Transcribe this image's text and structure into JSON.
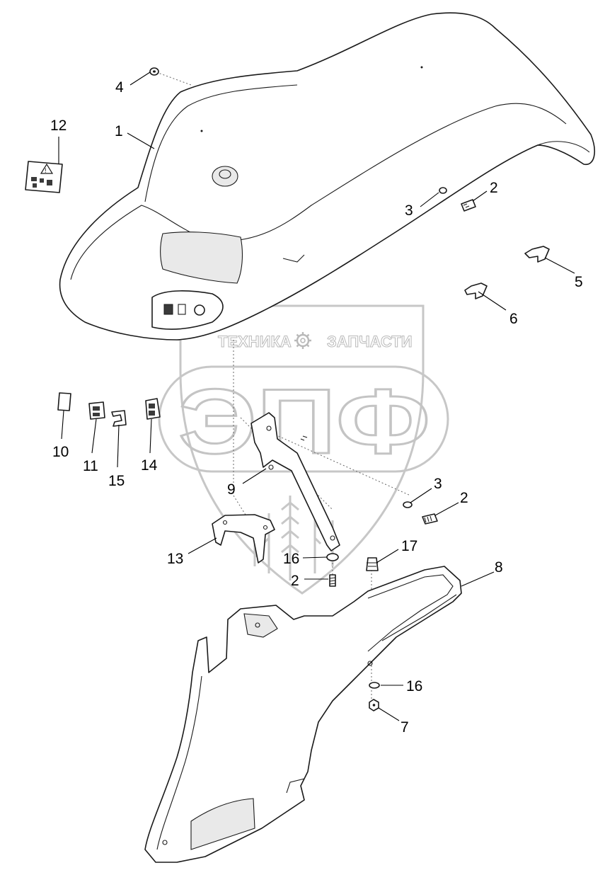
{
  "watermark": {
    "left_text": "ТЕХНИКА",
    "right_text": "ЗАПЧАСТИ",
    "logo_text": "ЭПФ",
    "gear_icon": "gear-icon"
  },
  "callouts": [
    {
      "id": "c1",
      "label": "1"
    },
    {
      "id": "c2a",
      "label": "2"
    },
    {
      "id": "c3a",
      "label": "3"
    },
    {
      "id": "c4",
      "label": "4"
    },
    {
      "id": "c5",
      "label": "5"
    },
    {
      "id": "c6",
      "label": "6"
    },
    {
      "id": "c12",
      "label": "12"
    },
    {
      "id": "c10",
      "label": "10"
    },
    {
      "id": "c11",
      "label": "11"
    },
    {
      "id": "c15",
      "label": "15"
    },
    {
      "id": "c14",
      "label": "14"
    },
    {
      "id": "c9",
      "label": "9"
    },
    {
      "id": "c3b",
      "label": "3"
    },
    {
      "id": "c2b",
      "label": "2"
    },
    {
      "id": "c13",
      "label": "13"
    },
    {
      "id": "c16a",
      "label": "16"
    },
    {
      "id": "c17",
      "label": "17"
    },
    {
      "id": "c2c",
      "label": "2"
    },
    {
      "id": "c8",
      "label": "8"
    },
    {
      "id": "c16b",
      "label": "16"
    },
    {
      "id": "c7",
      "label": "7"
    }
  ]
}
